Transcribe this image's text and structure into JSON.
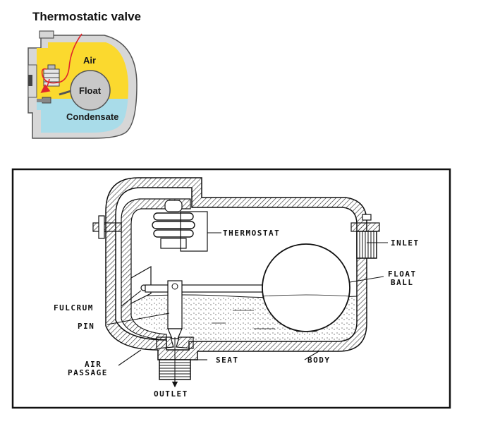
{
  "top_diagram": {
    "title": "Thermostatic valve",
    "labels": {
      "air": "Air",
      "float": "Float",
      "condensate": "Condensate"
    },
    "colors": {
      "air": "#fbd92e",
      "condensate": "#a9dce9",
      "float": "#c8c8c8",
      "body": "#d7d7d7",
      "flow_arrow": "#e0262b"
    }
  },
  "bottom_diagram": {
    "labels": {
      "thermostat": "THERMOSTAT",
      "inlet": "INLET",
      "float_ball_line1": "FLOAT",
      "float_ball_line2": "BALL",
      "fulcrum": "FULCRUM",
      "pin": "PIN",
      "air_passage_line1": "AIR",
      "air_passage_line2": "PASSAGE",
      "seat": "SEAT",
      "body": "BODY",
      "outlet": "OUTLET"
    }
  }
}
